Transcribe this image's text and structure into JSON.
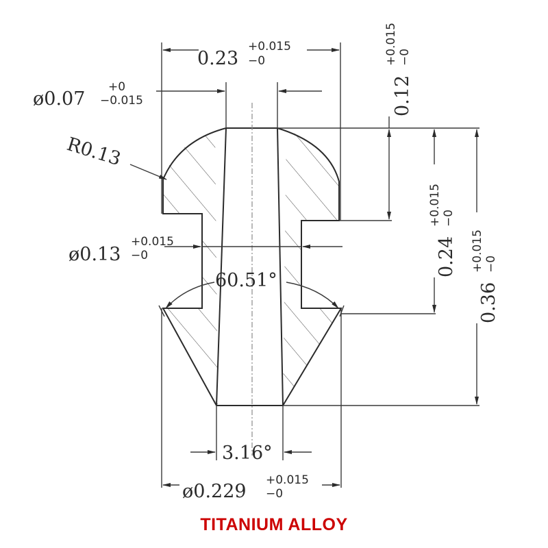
{
  "caption": "TITANIUM ALLOY",
  "colors": {
    "caption": "#cc0000",
    "line": "#2b2b2b",
    "background": "#ffffff"
  },
  "dimensions": {
    "top_width": {
      "value": "0.23",
      "tol_upper": "+0.015",
      "tol_lower": "−0",
      "orientation": "horizontal"
    },
    "bore_top_dia": {
      "prefix": "ø",
      "value": "0.07",
      "tol_upper": "+0",
      "tol_lower": "−0.015",
      "orientation": "horizontal"
    },
    "dome_radius": {
      "value": "R0.13"
    },
    "neck_dia": {
      "prefix": "ø",
      "value": "0.13",
      "tol_upper": "+0.015",
      "tol_lower": "−0",
      "orientation": "horizontal"
    },
    "included_angle": {
      "value": "60.51°"
    },
    "taper_angle": {
      "value": "3.16°"
    },
    "base_dia": {
      "prefix": "ø",
      "value": "0.229",
      "tol_upper": "+0.015",
      "tol_lower": "−0",
      "orientation": "horizontal"
    },
    "head_height": {
      "value": "0.12",
      "tol_upper": "+0.015",
      "tol_lower": "−0",
      "orientation": "vertical"
    },
    "mid_height": {
      "value": "0.24",
      "tol_upper": "+0.015",
      "tol_lower": "−0",
      "orientation": "vertical"
    },
    "total_height": {
      "value": "0.36",
      "tol_upper": "+0.015",
      "tol_lower": "−0",
      "orientation": "vertical"
    }
  }
}
